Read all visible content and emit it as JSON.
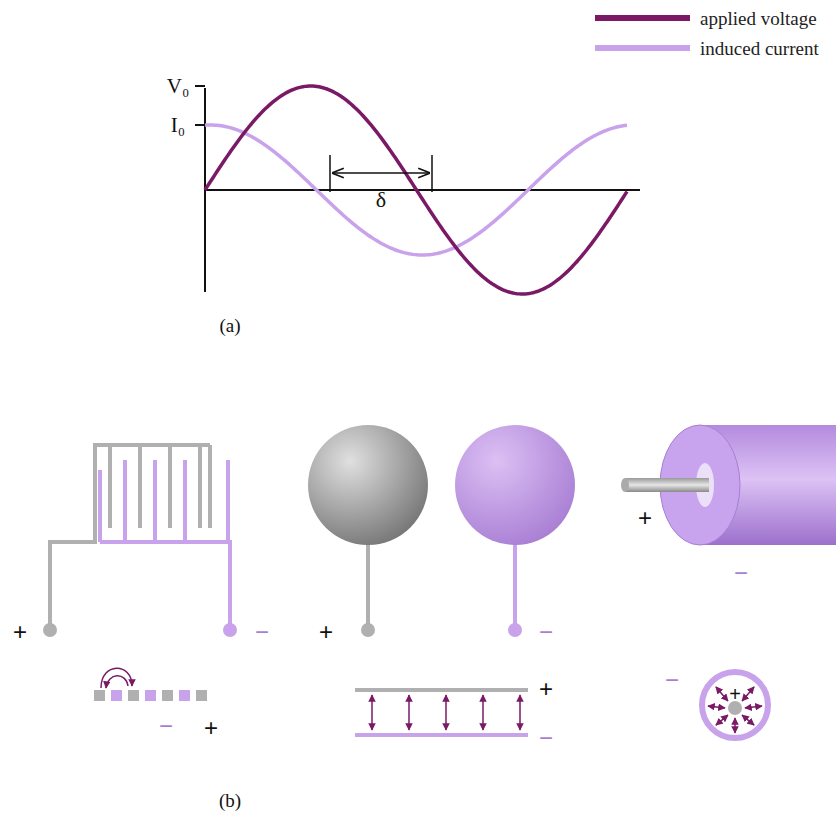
{
  "diagram": {
    "labels": [
      "V₀",
      "I₀",
      "δ",
      "(a)",
      "+",
      "−",
      "−",
      "+",
      "+",
      "−",
      "+",
      "−",
      "+",
      "−",
      "−",
      "+",
      "(b)"
    ],
    "legend": [
      {
        "text": "applied voltage"
      },
      {
        "text": "induced current"
      }
    ]
  }
}
